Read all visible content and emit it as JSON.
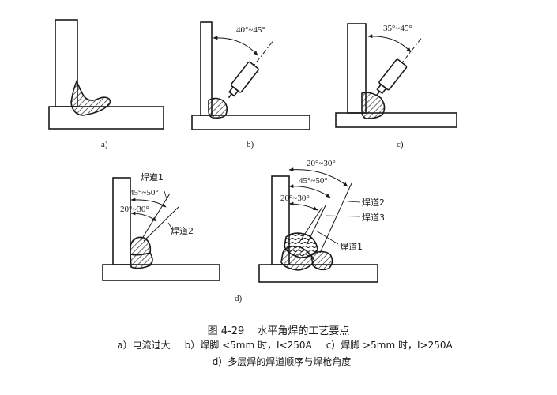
{
  "figure": {
    "number": "图 4-29",
    "title": "水平角焊的工艺要点",
    "panels": [
      {
        "id": "a",
        "label": "a)",
        "caption": "a）电流过大"
      },
      {
        "id": "b",
        "label": "b)",
        "caption": "b）焊脚 <5mm 时，I<250A",
        "angle": "40°~45°"
      },
      {
        "id": "c",
        "label": "c)",
        "caption": "c）焊脚 >5mm 时，I>250A",
        "angle": "35°~45°"
      },
      {
        "id": "d",
        "label": "d)",
        "caption": "d）多层焊的焊道顺序与焊枪角度"
      }
    ],
    "panel_d_left": {
      "angles": [
        "45°~50°",
        "20°~30°"
      ],
      "passes": [
        "焊道1",
        "焊道2"
      ]
    },
    "panel_d_right": {
      "angles": [
        "20°~30°",
        "45°~50°",
        "20°~30°"
      ],
      "passes": [
        "焊道2",
        "焊道3",
        "焊道1"
      ]
    }
  },
  "colors": {
    "ink": "#1a1a1a",
    "background": "#ffffff"
  }
}
